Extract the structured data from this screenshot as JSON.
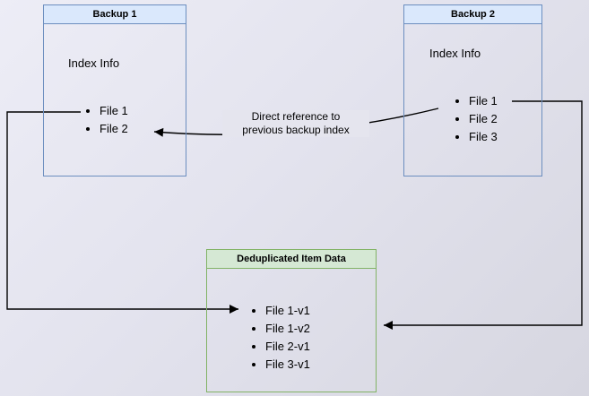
{
  "diagram": {
    "backup1": {
      "title": "Backup 1",
      "section_label": "Index Info",
      "items": [
        "File 1",
        "File 2"
      ]
    },
    "backup2": {
      "title": "Backup 2",
      "section_label": "Index Info",
      "items": [
        "File 1",
        "File 2",
        "File 3"
      ]
    },
    "dedup": {
      "title": "Deduplicated Item Data",
      "items": [
        "File 1-v1",
        "File 1-v2",
        "File 2-v1",
        "File 3-v1"
      ]
    },
    "annotation": {
      "line1": "Direct reference to",
      "line2": "previous backup index"
    },
    "colors": {
      "blue_header": "#dae8fc",
      "blue_border": "#6c8ebf",
      "green_header": "#d5e8d4",
      "green_border": "#82b366",
      "arrow": "#000000"
    }
  }
}
